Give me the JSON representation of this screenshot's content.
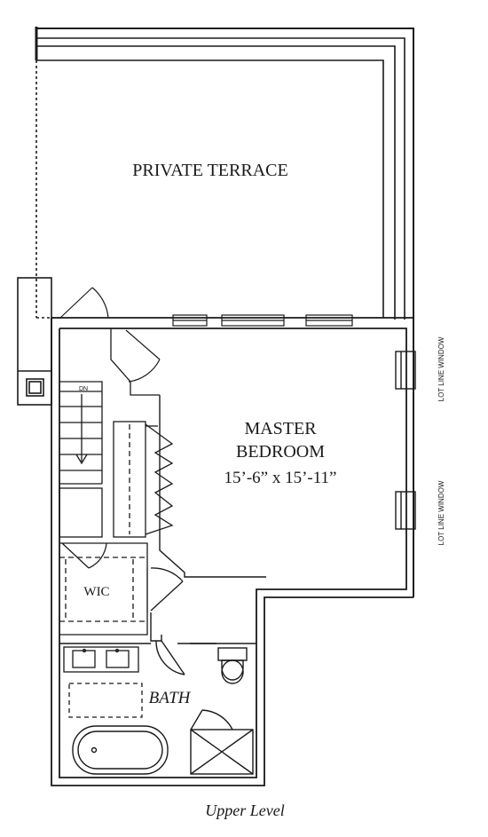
{
  "rooms": {
    "terrace": "PRIVATE TERRACE",
    "master_line1": "MASTER",
    "master_line2": "BEDROOM",
    "master_dims": "15’-6” x 15’-11”",
    "wic": "WIC",
    "bath": "BATH"
  },
  "annotations": {
    "stair_direction": "DN",
    "window_top": "LOT LINE WINDOW",
    "window_bottom": "LOT LINE WINDOW"
  },
  "caption": "Upper Level",
  "colors": {
    "line": "#1a1a1a",
    "fill": "#ffffff"
  }
}
